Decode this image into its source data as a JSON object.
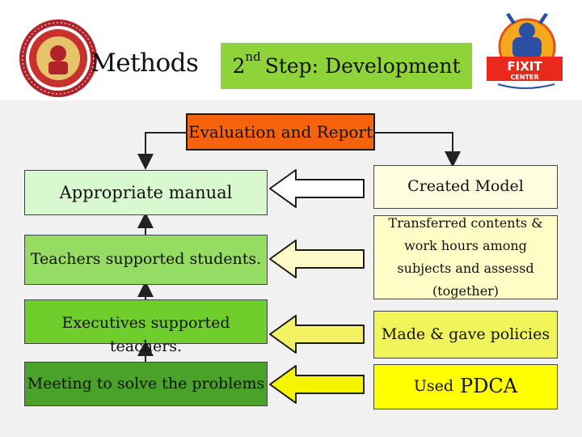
{
  "header": {
    "methods_label": "Methods",
    "step_prefix": "2",
    "step_superscript": "nd",
    "step_suffix": "Step: Development"
  },
  "top_box": {
    "label": "Evaluation and Report"
  },
  "left_boxes": [
    {
      "label": "Appropriate manual"
    },
    {
      "label": "Teachers supported students."
    },
    {
      "label": "Executives supported teachers."
    },
    {
      "label": "Meeting to solve the problems"
    }
  ],
  "right_boxes": [
    {
      "label": "Created Model"
    },
    {
      "label": "Transferred contents & work hours among subjects and assessd (together)"
    },
    {
      "label": "Made & gave policies"
    },
    {
      "label_prefix": "Used",
      "label_emphasis": "PDCA"
    }
  ],
  "logos": {
    "left": {
      "icon": "office-seal-logo"
    },
    "right": {
      "icon": "fixit-center-logo",
      "text": "FIXIT",
      "subtext": "CENTER"
    }
  },
  "colors": {
    "eval_box": "#f7630c",
    "step_box": "#8fd33a",
    "arrow_fill": "#ffffff",
    "arrow_stroke": "#1a1a1a"
  }
}
